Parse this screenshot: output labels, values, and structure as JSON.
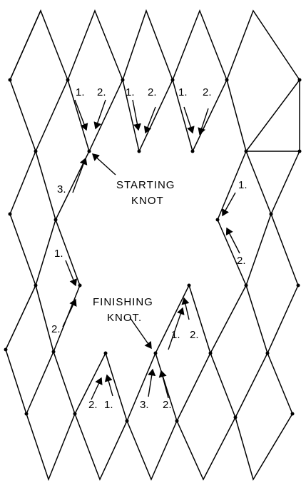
{
  "captions": {
    "starting_knot_line1": "STARTING",
    "starting_knot_line2": "KNOT",
    "finishing_knot_line1": "FINISHING",
    "finishing_knot_line2": "KNOT."
  },
  "step_labels": {
    "top_a_1": "1.",
    "top_a_2": "2.",
    "top_b_1": "1.",
    "top_b_2": "2.",
    "top_c_1": "1.",
    "top_c_2": "2.",
    "left_3": "3.",
    "left_1": "1.",
    "left_2": "2.",
    "right_1": "1.",
    "right_2": "2.",
    "fin_1": "1.",
    "fin_2": "2.",
    "bottom_2": "2.",
    "bottom_1": "1.",
    "bottom_3": "3.",
    "bottom_2b": "2."
  },
  "colors": {
    "ink": "#000000",
    "paper": "#ffffff"
  }
}
